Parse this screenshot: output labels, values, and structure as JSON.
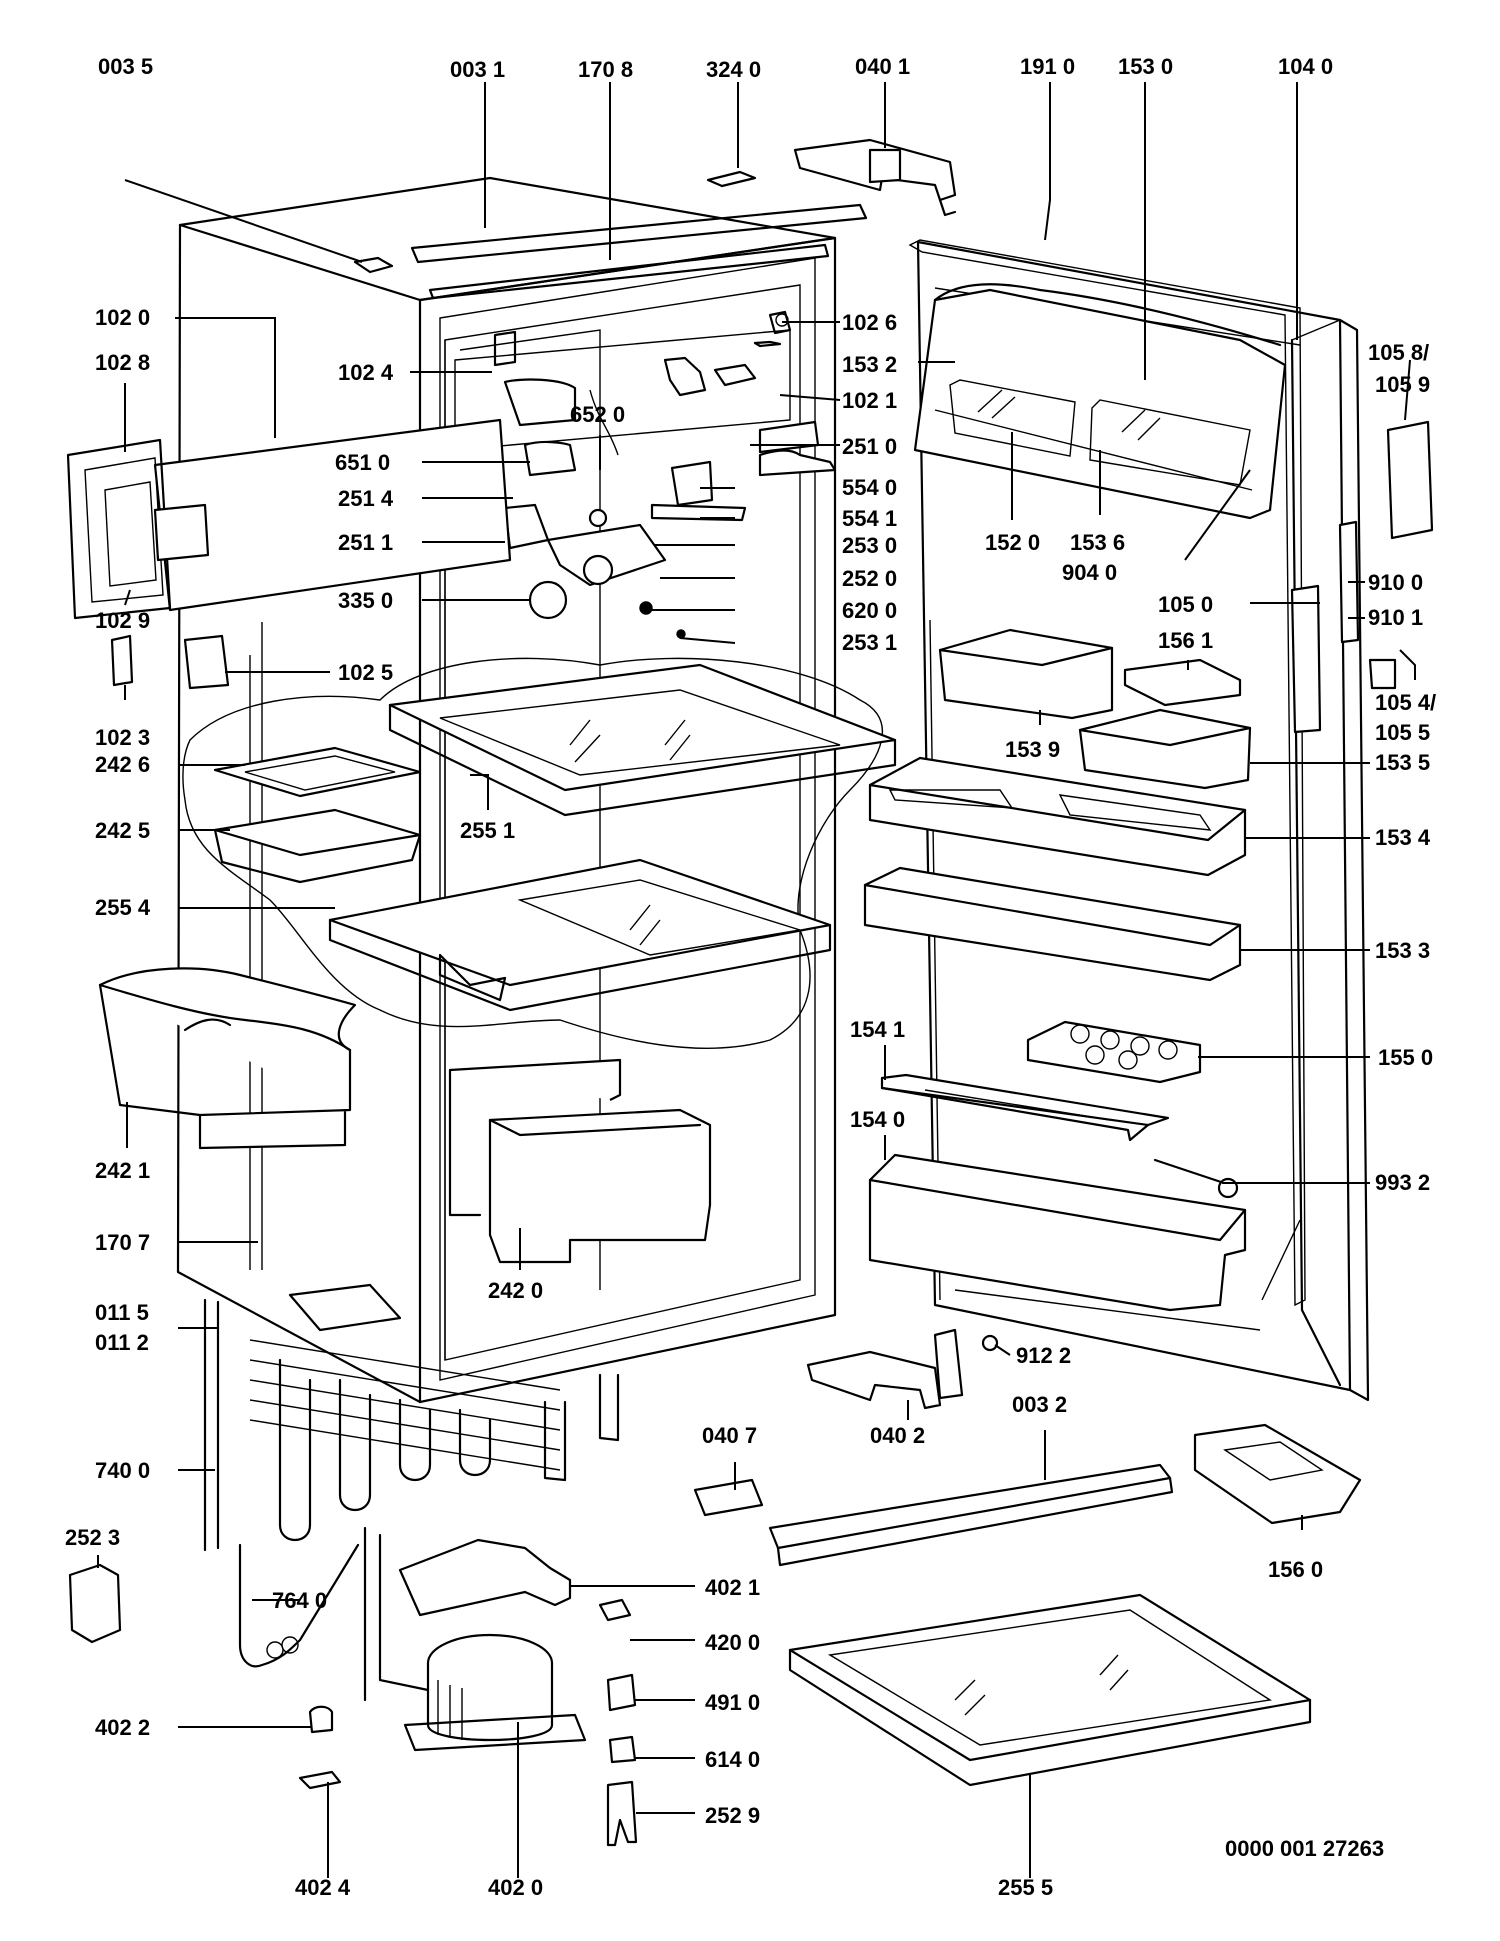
{
  "drawing_id": "0000 001 27263",
  "labels": [
    {
      "id": "l0035",
      "text": "003 5"
    },
    {
      "id": "l0031",
      "text": "003 1"
    },
    {
      "id": "l1708",
      "text": "170 8"
    },
    {
      "id": "l3240",
      "text": "324 0"
    },
    {
      "id": "l0401",
      "text": "040 1"
    },
    {
      "id": "l1910",
      "text": "191 0"
    },
    {
      "id": "l1530",
      "text": "153 0"
    },
    {
      "id": "l1040",
      "text": "104 0"
    },
    {
      "id": "l1020",
      "text": "102 0"
    },
    {
      "id": "l1028",
      "text": "102 8"
    },
    {
      "id": "l1024",
      "text": "102 4"
    },
    {
      "id": "l1026",
      "text": "102 6"
    },
    {
      "id": "l1532",
      "text": "153 2"
    },
    {
      "id": "l1058",
      "text": "105 8/"
    },
    {
      "id": "l1059",
      "text": "105 9"
    },
    {
      "id": "l1021",
      "text": "102 1"
    },
    {
      "id": "l6520",
      "text": "652 0"
    },
    {
      "id": "l2510",
      "text": "251 0"
    },
    {
      "id": "l6510",
      "text": "651 0"
    },
    {
      "id": "l5540",
      "text": "554 0"
    },
    {
      "id": "l2514",
      "text": "251 4"
    },
    {
      "id": "l5541",
      "text": "554 1"
    },
    {
      "id": "l2511",
      "text": "251 1"
    },
    {
      "id": "l2530",
      "text": "253 0"
    },
    {
      "id": "l1520",
      "text": "152 0"
    },
    {
      "id": "l1536",
      "text": "153 6"
    },
    {
      "id": "l2520",
      "text": "252 0"
    },
    {
      "id": "l9040",
      "text": "904 0"
    },
    {
      "id": "l9100",
      "text": "910 0"
    },
    {
      "id": "l3350",
      "text": "335 0"
    },
    {
      "id": "l6200",
      "text": "620 0"
    },
    {
      "id": "l1050",
      "text": "105 0"
    },
    {
      "id": "l9101",
      "text": "910 1"
    },
    {
      "id": "l1029",
      "text": "102 9"
    },
    {
      "id": "l2531",
      "text": "253 1"
    },
    {
      "id": "l1561",
      "text": "156 1"
    },
    {
      "id": "l1025",
      "text": "102 5"
    },
    {
      "id": "l1054",
      "text": "105 4/"
    },
    {
      "id": "l1055",
      "text": "105 5"
    },
    {
      "id": "l1023",
      "text": "102 3"
    },
    {
      "id": "l2426",
      "text": "242 6"
    },
    {
      "id": "l1539",
      "text": "153 9"
    },
    {
      "id": "l1535",
      "text": "153 5"
    },
    {
      "id": "l2425",
      "text": "242 5"
    },
    {
      "id": "l2551",
      "text": "255 1"
    },
    {
      "id": "l1534",
      "text": "153 4"
    },
    {
      "id": "l2554",
      "text": "255 4"
    },
    {
      "id": "l1533",
      "text": "153 3"
    },
    {
      "id": "l1541",
      "text": "154 1"
    },
    {
      "id": "l1550",
      "text": "155 0"
    },
    {
      "id": "l1540",
      "text": "154 0"
    },
    {
      "id": "l2421",
      "text": "242 1"
    },
    {
      "id": "l9932",
      "text": "993 2"
    },
    {
      "id": "l1707",
      "text": "170 7"
    },
    {
      "id": "l2420",
      "text": "242 0"
    },
    {
      "id": "l0115",
      "text": "011 5"
    },
    {
      "id": "l0112",
      "text": "011 2"
    },
    {
      "id": "l9122",
      "text": "912 2"
    },
    {
      "id": "l0032",
      "text": "003 2"
    },
    {
      "id": "l0407",
      "text": "040 7"
    },
    {
      "id": "l0402",
      "text": "040 2"
    },
    {
      "id": "l7400",
      "text": "740 0"
    },
    {
      "id": "l2523",
      "text": "252 3"
    },
    {
      "id": "l1560",
      "text": "156 0"
    },
    {
      "id": "l4021",
      "text": "402 1"
    },
    {
      "id": "l7640",
      "text": "764 0"
    },
    {
      "id": "l4200",
      "text": "420 0"
    },
    {
      "id": "l4910",
      "text": "491 0"
    },
    {
      "id": "l4022",
      "text": "402 2"
    },
    {
      "id": "l6140",
      "text": "614 0"
    },
    {
      "id": "l2529",
      "text": "252 9"
    },
    {
      "id": "l4024",
      "text": "402 4"
    },
    {
      "id": "l4020",
      "text": "402 0"
    },
    {
      "id": "l2555",
      "text": "255 5"
    }
  ]
}
